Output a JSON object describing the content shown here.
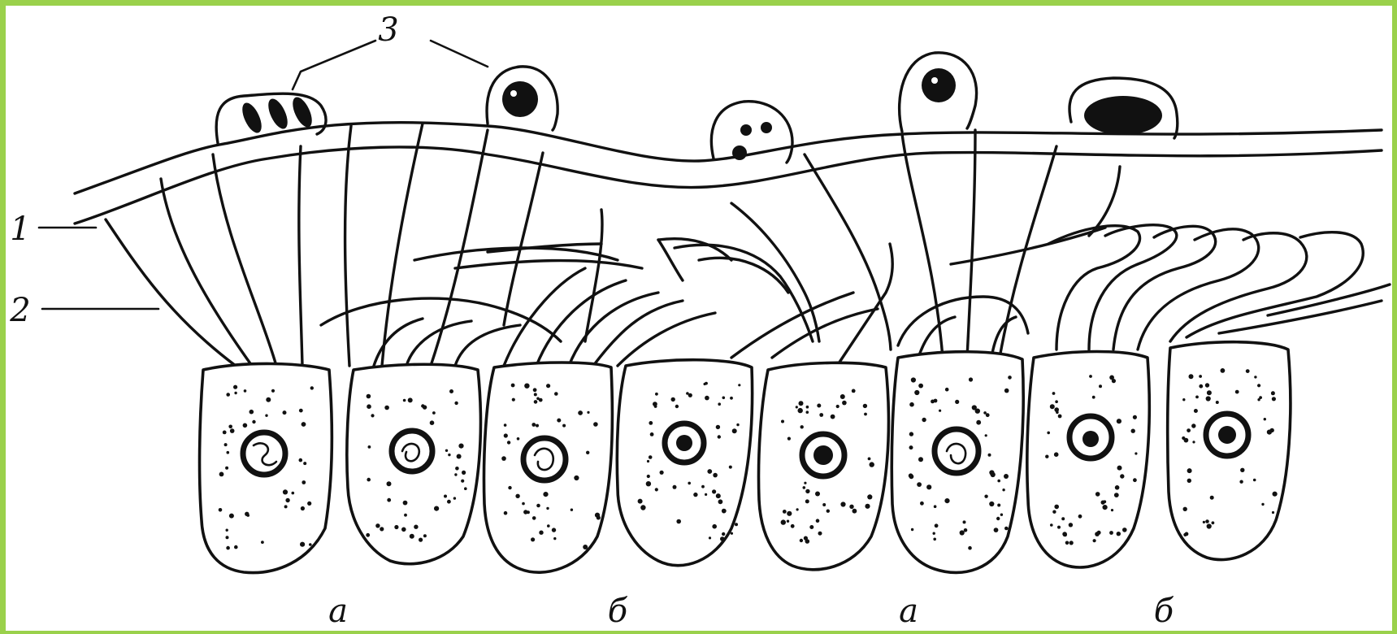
{
  "diagram": {
    "labels": {
      "layer_1": "1",
      "layer_2": "2",
      "layer_3": "3",
      "group_a_left": "а",
      "group_b_left": "б",
      "group_a_right": "а",
      "group_b_right": "б"
    },
    "colors": {
      "frame": "#9ad14b",
      "ink": "#111111",
      "background": "#ffffff"
    }
  }
}
